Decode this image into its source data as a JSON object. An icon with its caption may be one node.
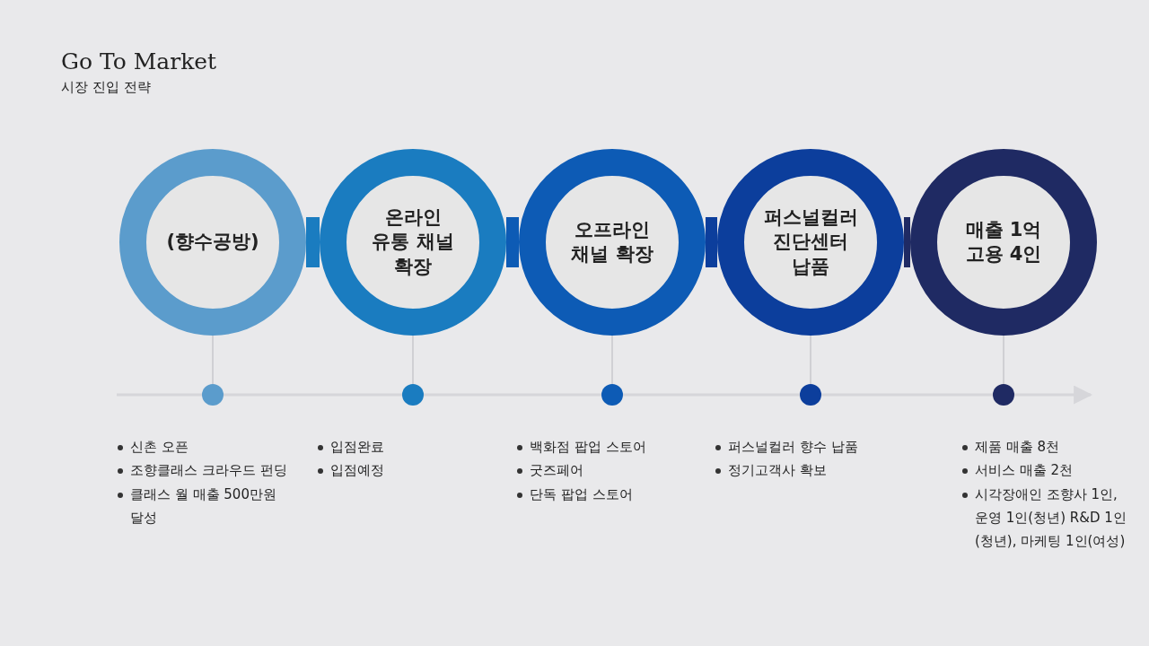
{
  "diagram": {
    "title": "Go To Market",
    "nodes": [
      {
        "text": [
          "(향수공방)"
        ]
      },
      {
        "text": [
          "온라인 유통 채널 확장"
        ]
      },
      {
        "text": [
          "오프라인 채널 확장"
        ]
      },
      {
        "text": [
          "퍼스널컬러 진단센터 납품"
        ]
      },
      {
        "text": [
          "매출 1억 고용 4인"
        ]
      },
      {
        "text": [],
        "shape": "circle",
        "beside": [
          "신촌 오픈",
          "조향클래스 크라우드 펀딩",
          "클래스 월 매출 500만원 달성"
        ]
      },
      {
        "text": [],
        "shape": "circle",
        "beside": [
          "입점완료",
          "입점예정"
        ]
      },
      {
        "text": [],
        "shape": "circle",
        "beside": [
          "백화점 팝업 스토어",
          "굿즈페어",
          "단독 팝업 스토어"
        ]
      },
      {
        "text": [],
        "shape": "circle",
        "beside": [
          "퍼스널컬러 향수 납품",
          "정기고객사 확보"
        ]
      },
      {
        "text": [],
        "shape": "circle",
        "beside": [
          "제품 매출 8천",
          "서비스 매출 2천",
          "시각장애인 조향사 1인, 운영 1인(청년) R&D 1인(청년), 마케팅 1인(여성)"
        ]
      }
    ],
    "edges": [
      {
        "from": 0,
        "to": 1,
        "arrow": "none",
        "style": "thick",
        "color": "#1a7cc0"
      },
      {
        "from": 1,
        "to": 2,
        "arrow": "none",
        "style": "thick",
        "color": "#0d5bb5"
      },
      {
        "from": 2,
        "to": 3,
        "arrow": "none",
        "style": "thick",
        "color": "#0c3e9c"
      },
      {
        "from": 3,
        "to": 4,
        "arrow": "none",
        "style": "thick",
        "color": "#1f2a63"
      },
      {
        "from": 0,
        "to": 5,
        "arrow": "none"
      },
      {
        "from": 1,
        "to": 6,
        "arrow": "none"
      },
      {
        "from": 2,
        "to": 7,
        "arrow": "none"
      },
      {
        "from": 3,
        "to": 8,
        "arrow": "none"
      },
      {
        "from": 4,
        "to": 9,
        "arrow": "none"
      }
    ],
    "labels": [
      "시장 진입 전략"
    ]
  }
}
